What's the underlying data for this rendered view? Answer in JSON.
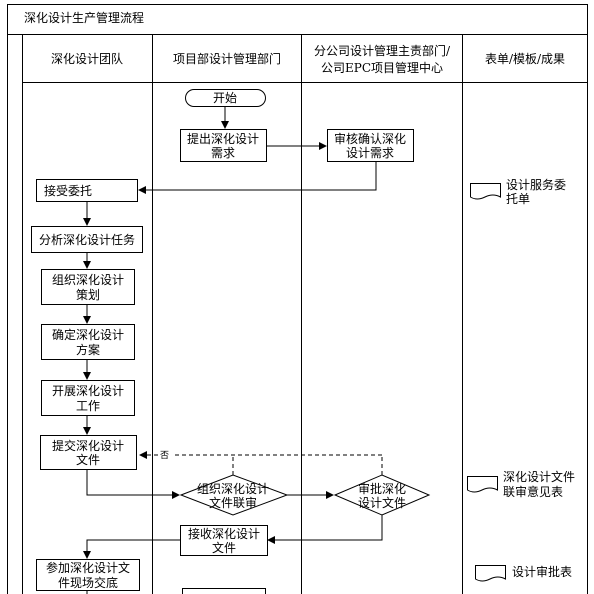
{
  "title": "深化设计生产管理流程",
  "lanes": [
    {
      "lines": [
        "深化设计团队"
      ]
    },
    {
      "lines": [
        "项目部设计管理部门"
      ]
    },
    {
      "lines": [
        "分公司设计管理主责部门/",
        "公司EPC项目管理中心"
      ]
    },
    {
      "lines": [
        "表单/模板/成果"
      ]
    }
  ],
  "nodes": {
    "start": [
      "开始"
    ],
    "propose": [
      "提出深化设计",
      "需求"
    ],
    "review": [
      "审核确认深化",
      "设计需求"
    ],
    "accept": [
      "接受委托"
    ],
    "analyze": [
      "分析深化设计任务"
    ],
    "plan": [
      "组织深化设计",
      "策划"
    ],
    "scheme": [
      "确定深化设计",
      "方案"
    ],
    "work": [
      "开展深化设计",
      "工作"
    ],
    "submit": [
      "提交深化设计",
      "文件"
    ],
    "joint_review": [
      "组织深化设计",
      "文件联审"
    ],
    "approve": [
      "审批深化",
      "设计文件"
    ],
    "receive": [
      "接收深化设计",
      "文件"
    ],
    "handover": [
      "参加深化设计文",
      "件现场交底"
    ]
  },
  "labels": {
    "reject": "否"
  },
  "docs": {
    "commission": [
      "设计服务委",
      "托单"
    ],
    "joint_opinion": [
      "深化设计文件",
      "联审意见表"
    ],
    "approval": [
      "设计审批表"
    ]
  }
}
